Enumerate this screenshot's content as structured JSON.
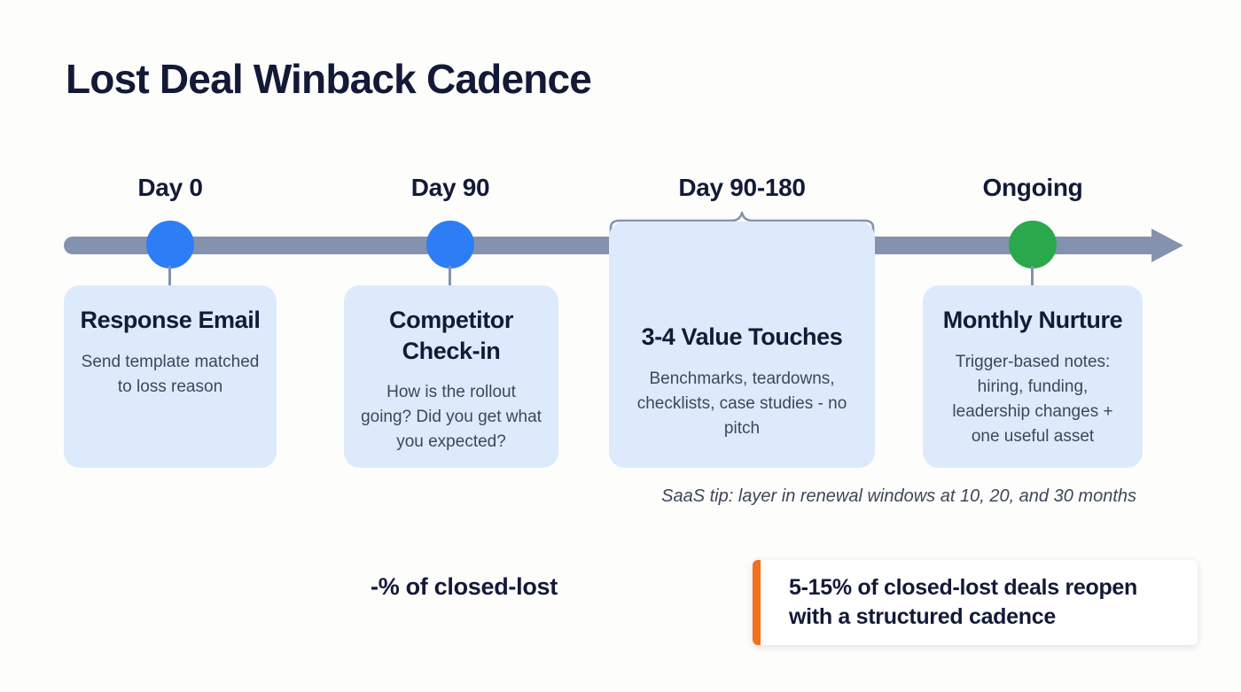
{
  "page": {
    "title": "Lost Deal Winback Cadence",
    "background_color": "#fdfdfb",
    "title_color": "#131a38"
  },
  "timeline": {
    "bar_color": "#8592ae",
    "arrow": "arrow-right",
    "milestones": [
      {
        "label": "Day 0",
        "marker_color": "#2d7df6",
        "marker": "dot"
      },
      {
        "label": "Day 90",
        "marker_color": "#2d7df6",
        "marker": "dot"
      },
      {
        "label": "Day 90-180",
        "marker_color": "#8592ae",
        "marker": "brace"
      },
      {
        "label": "Ongoing",
        "marker_color": "#2aa94c",
        "marker": "dot"
      }
    ]
  },
  "cards": [
    {
      "title": "Response Email",
      "description": "Send template matched to loss reason",
      "background": "#ddeafb"
    },
    {
      "title": "Competitor Check-in",
      "description": "How is the rollout going? Did you get what you expected?",
      "background": "#ddeafb"
    },
    {
      "title": "3-4 Value Touches",
      "description": "Benchmarks, teardowns, checklists, case studies - no pitch",
      "background": "#ddeafb"
    },
    {
      "title": "Monthly Nurture",
      "description": "Trigger-based notes: hiring, funding, leadership changes + one useful asset",
      "background": "#ddeafb"
    }
  ],
  "footnote": {
    "tip": "SaaS tip: layer in renewal windows at 10, 20, and 30 months"
  },
  "stat": {
    "label": "-% of closed-lost"
  },
  "callout": {
    "text": "5-15% of closed-lost deals reopen with a structured cadence",
    "accent_color": "#f5701e",
    "background": "#ffffff"
  }
}
